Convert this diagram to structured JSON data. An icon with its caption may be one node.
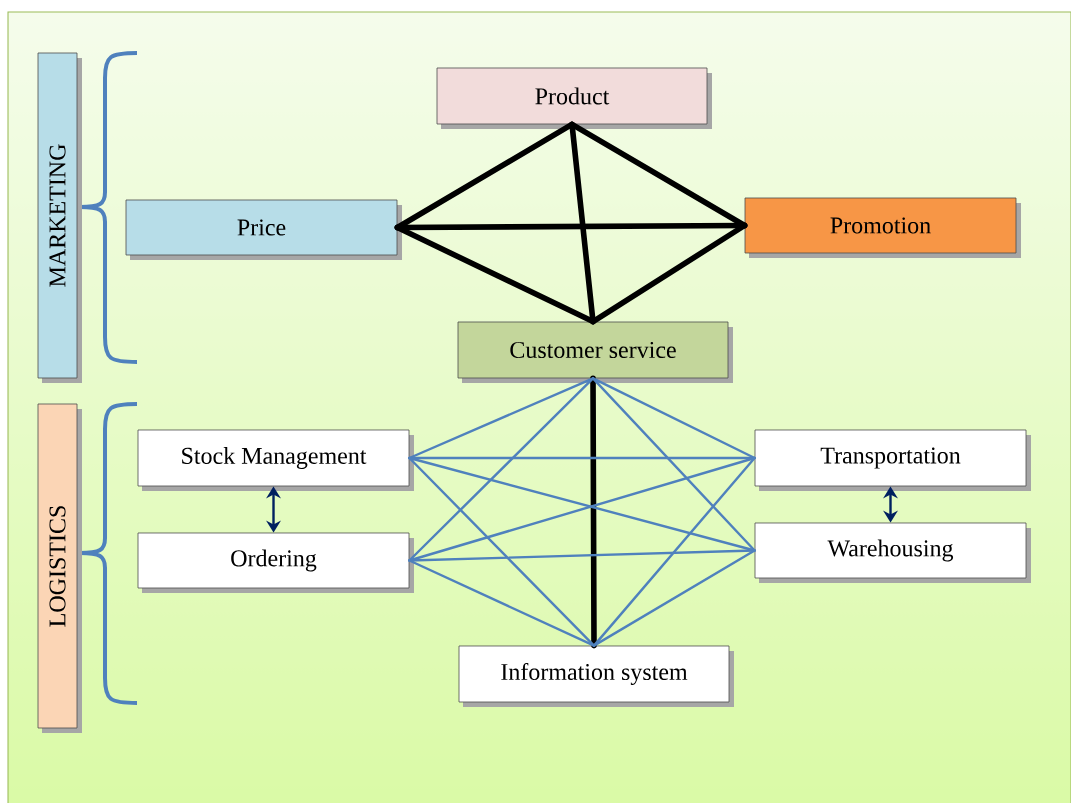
{
  "diagram": {
    "nodes": [
      {
        "text": [
          "MARKETING"
        ]
      },
      {
        "text": [
          "Product"
        ]
      },
      {
        "text": [
          "Price"
        ]
      },
      {
        "text": [
          "Promotion"
        ]
      },
      {
        "text": [
          "Customer service"
        ]
      },
      {
        "text": [
          "LOGISTICS"
        ]
      },
      {
        "text": [
          "Stock Management"
        ]
      },
      {
        "text": [
          "Transportation"
        ]
      },
      {
        "text": [
          "Ordering"
        ]
      },
      {
        "text": [
          "Warehousing"
        ]
      },
      {
        "text": [
          "Information system"
        ]
      }
    ],
    "edges": [
      {
        "from": 1,
        "to": 2,
        "arrow": "none",
        "style": "thick",
        "color": "#000000"
      },
      {
        "from": 1,
        "to": 3,
        "arrow": "none",
        "style": "thick",
        "color": "#000000"
      },
      {
        "from": 1,
        "to": 4,
        "arrow": "none",
        "style": "thick",
        "color": "#000000"
      },
      {
        "from": 2,
        "to": 3,
        "arrow": "none",
        "style": "thick",
        "color": "#000000"
      },
      {
        "from": 2,
        "to": 4,
        "arrow": "none",
        "style": "thick",
        "color": "#000000"
      },
      {
        "from": 3,
        "to": 4,
        "arrow": "none",
        "style": "thick",
        "color": "#000000"
      },
      {
        "from": 4,
        "to": 10,
        "arrow": "none",
        "style": "thick",
        "color": "#000000"
      },
      {
        "from": 4,
        "to": 6,
        "arrow": "none"
      },
      {
        "from": 4,
        "to": 8,
        "arrow": "none"
      },
      {
        "from": 4,
        "to": 7,
        "arrow": "none"
      },
      {
        "from": 4,
        "to": 9,
        "arrow": "none"
      },
      {
        "from": 6,
        "to": 7,
        "arrow": "none"
      },
      {
        "from": 6,
        "to": 9,
        "arrow": "none"
      },
      {
        "from": 6,
        "to": 10,
        "arrow": "none"
      },
      {
        "from": 8,
        "to": 7,
        "arrow": "none"
      },
      {
        "from": 8,
        "to": 9,
        "arrow": "none"
      },
      {
        "from": 8,
        "to": 10,
        "arrow": "none"
      },
      {
        "from": 7,
        "to": 10,
        "arrow": "none"
      },
      {
        "from": 9,
        "to": 10,
        "arrow": "none"
      },
      {
        "from": 6,
        "to": 8,
        "arrow": "both",
        "color": "#002060"
      },
      {
        "from": 7,
        "to": 9,
        "arrow": "both",
        "color": "#002060"
      }
    ]
  }
}
